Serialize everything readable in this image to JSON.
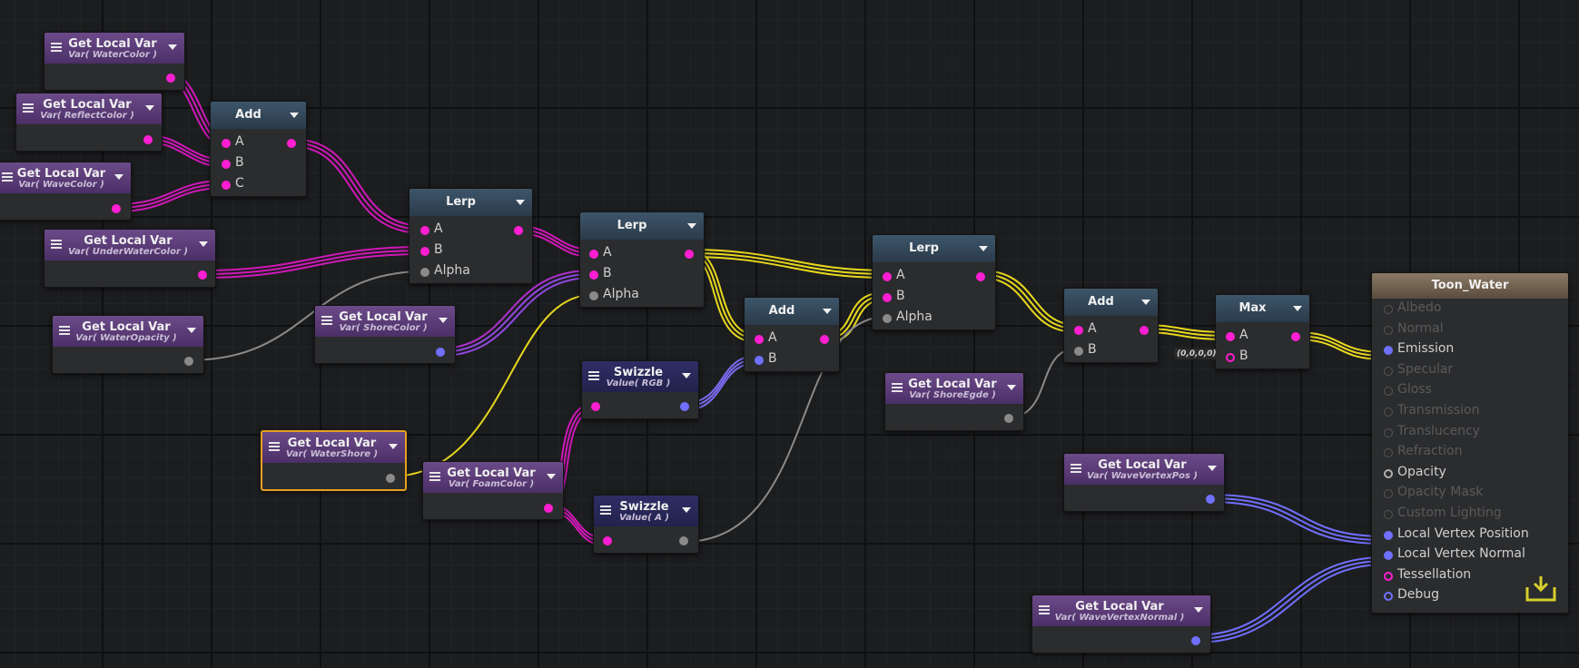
{
  "graph": {
    "nodes": {
      "gv_water": {
        "title": "Get Local Var",
        "sub": "Var( WaterColor )"
      },
      "gv_reflect": {
        "title": "Get Local Var",
        "sub": "Var( ReflectColor )"
      },
      "gv_wave": {
        "title": "Get Local Var",
        "sub": "Var( WaveColor )"
      },
      "gv_under": {
        "title": "Get Local Var",
        "sub": "Var( UnderWaterColor )"
      },
      "gv_opacity": {
        "title": "Get Local Var",
        "sub": "Var( WaterOpacity )"
      },
      "gv_shorecolor": {
        "title": "Get Local Var",
        "sub": "Var( ShoreColor )"
      },
      "gv_watershore": {
        "title": "Get Local Var",
        "sub": "Var( WaterShore )"
      },
      "gv_foam": {
        "title": "Get Local Var",
        "sub": "Var( FoamColor )"
      },
      "gv_shoreedge": {
        "title": "Get Local Var",
        "sub": "Var( ShoreEgde )"
      },
      "gv_vpos": {
        "title": "Get Local Var",
        "sub": "Var( WaveVertexPos )"
      },
      "gv_vnorm": {
        "title": "Get Local Var",
        "sub": "Var( WaveVertexNormal )"
      },
      "add1": {
        "title": "Add",
        "inputs": [
          "A",
          "B",
          "C"
        ]
      },
      "lerp1": {
        "title": "Lerp",
        "inputs": [
          "A",
          "B",
          "Alpha"
        ]
      },
      "lerp2": {
        "title": "Lerp",
        "inputs": [
          "A",
          "B",
          "Alpha"
        ]
      },
      "swz_rgb": {
        "title": "Swizzle",
        "sub": "Value( RGB )"
      },
      "swz_a": {
        "title": "Swizzle",
        "sub": "Value( A )"
      },
      "add2": {
        "title": "Add",
        "inputs": [
          "A",
          "B"
        ]
      },
      "lerp3": {
        "title": "Lerp",
        "inputs": [
          "A",
          "B",
          "Alpha"
        ]
      },
      "add3": {
        "title": "Add",
        "inputs": [
          "A",
          "B"
        ]
      },
      "max": {
        "title": "Max",
        "inputs": [
          "A",
          "B"
        ],
        "b_default": "(0,0,0,0)"
      },
      "output": {
        "title": "Toon_Water",
        "inputs": [
          "Albedo",
          "Normal",
          "Emission",
          "Specular",
          "Gloss",
          "Transmission",
          "Translucency",
          "Refraction",
          "Opacity",
          "Opacity Mask",
          "Custom Lighting",
          "Local Vertex Position",
          "Local Vertex Normal",
          "Tessellation",
          "Debug"
        ]
      }
    }
  },
  "colors": {
    "color_wire": "#ff1ed2",
    "float_wire": "#8a8a8a",
    "vector_wire": "#7070ff",
    "selected_wire": "#e8d81e",
    "highlight_wire": "#e8d81e",
    "selection_outline": "#e8a020"
  },
  "icons": {
    "output_save": "download-tray-icon"
  }
}
